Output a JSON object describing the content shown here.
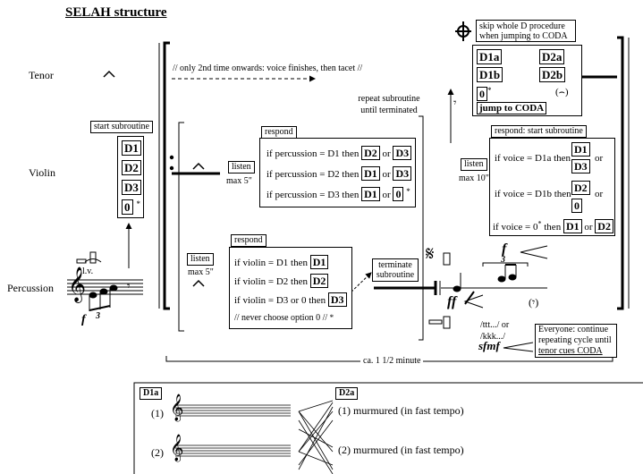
{
  "title": "SELAH structure",
  "instruments": {
    "tenor": "Tenor",
    "violin": "Violin",
    "percussion": "Percussion"
  },
  "tenor_note": "// only 2nd time onwards: voice finishes, then tacet //",
  "start_subroutine": {
    "label": "start subroutine",
    "options": [
      "D1",
      "D2",
      "D3",
      "0"
    ],
    "star": "*"
  },
  "violin_listen": {
    "label": "listen",
    "duration": "max 5\""
  },
  "violin_respond": {
    "label": "respond",
    "rows": [
      {
        "cond": "if percussion = D1 then",
        "a": "D2",
        "or": "or",
        "b": "D3",
        "star": ""
      },
      {
        "cond": "if percussion = D2 then",
        "a": "D1",
        "or": "or",
        "b": "D3",
        "star": ""
      },
      {
        "cond": "if percussion = D3 then",
        "a": "D1",
        "or": "or",
        "b": "0",
        "star": "*"
      }
    ]
  },
  "perc_listen": {
    "label": "listen",
    "duration": "max 5\""
  },
  "perc_respond": {
    "label": "respond",
    "rows": [
      {
        "cond": "if violin = D1 then",
        "a": "D1"
      },
      {
        "cond": "if violin = D2 then",
        "a": "D2"
      },
      {
        "cond": "if violin = D3 or 0 then",
        "a": "D3"
      }
    ],
    "note": "// never choose option 0 //",
    "note_star": "*"
  },
  "perc_lv": "l.v.",
  "perc_dyn": "f",
  "perc_triplet": "3",
  "repeat_subroutine": "repeat subroutine until terminated",
  "terminate_subroutine": "terminate subroutine",
  "coda_note": "skip whole D procedure when jumping to CODA",
  "coda_box": {
    "left": [
      "D1a",
      "D1b"
    ],
    "right": [
      "D2a",
      "D2b"
    ],
    "zero": "0",
    "star": "*",
    "fermata": "(⌢)",
    "jump": "jump to CODA"
  },
  "right_listen": {
    "label": "listen",
    "duration": "max 10\""
  },
  "right_respond": {
    "label": "respond: start subroutine",
    "rows": [
      {
        "cond": "if voice = D1a then",
        "top": "D1",
        "bottom": "D3",
        "or": "or"
      },
      {
        "cond": "if voice = D1b then",
        "top": "D2",
        "bottom": "0",
        "or": "or"
      },
      {
        "cond": "if voice = 0",
        "then": "then",
        "a": "D1",
        "or": "or",
        "b": "D2"
      }
    ]
  },
  "dynamics": {
    "f": "f",
    "ff": "ff",
    "sfmf": "sfmf",
    "triplet": "3",
    "rest": "(𝄾)"
  },
  "syllables": [
    "/ttt.../ or",
    "/kkk.../"
  ],
  "everyone": [
    "Everyone: continue",
    "repeating cycle until",
    "tenor cues CODA"
  ],
  "duration_label": "ca. 1 1/2 minute",
  "bottom": {
    "left_head": "D1a",
    "right_head": "D2a",
    "rows": [
      {
        "num": "(1)",
        "text": "(1) murmured (in fast tempo)"
      },
      {
        "num": "(2)",
        "text": "(2) murmured (in fast tempo)"
      }
    ]
  }
}
